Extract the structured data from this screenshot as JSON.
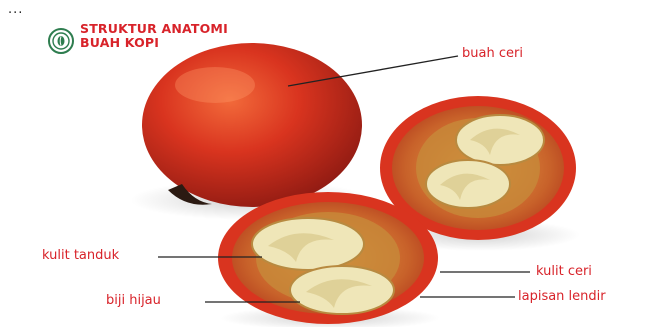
{
  "ellipsis": "...",
  "title": {
    "line1": "STRUKTUR ANATOMI",
    "line2": "BUAH KOPI"
  },
  "logo_icon": "coffee-logo-icon",
  "labels": {
    "buah_ceri": "buah ceri",
    "kulit_tanduk": "kulit tanduk",
    "biji_hijau": "biji hijau",
    "kulit_ceri": "kulit ceri",
    "lapisan_lendir": "lapisan lendir"
  },
  "colors": {
    "label_red": "#d8232a",
    "cherry_red": "#d9341f",
    "bean_cream": "#efe6b8",
    "logo_green": "#2e7d4f"
  }
}
